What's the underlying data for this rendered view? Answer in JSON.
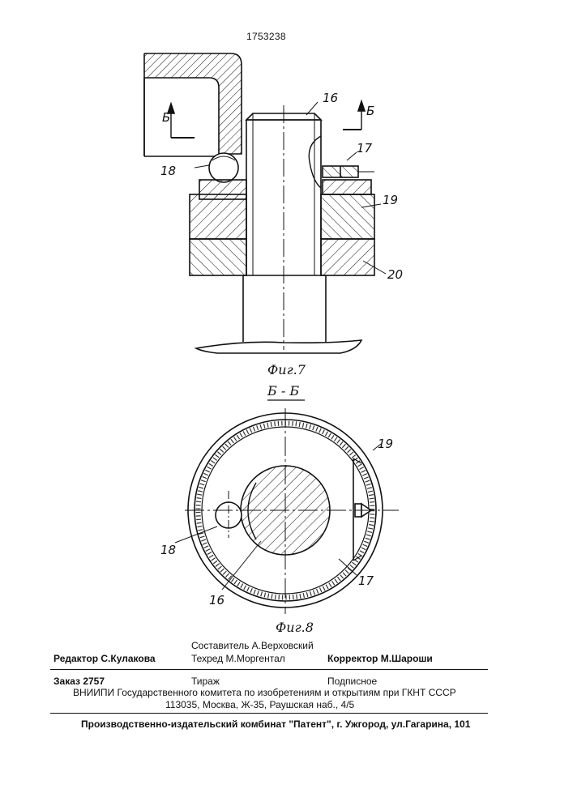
{
  "document": {
    "patent_number": "1753238",
    "figure7": {
      "caption": "Фиг.7",
      "section_marker": "Б",
      "labels": {
        "l16": "16",
        "l17": "17",
        "l18": "18",
        "l19": "19",
        "l20": "20"
      }
    },
    "figure8": {
      "caption": "Фиг.8",
      "section_title": "Б - Б",
      "labels": {
        "l16": "16",
        "l17": "17",
        "l18": "18",
        "l19": "19"
      }
    }
  },
  "credits": {
    "composer": "Составитель А.Верховский",
    "editor": "Редактор  С.Кулакова",
    "techred": "Техред М.Моргентал",
    "corrector": "Корректор  М.Шароши",
    "order": "Заказ  2757",
    "circulation": "Тираж",
    "subscription": "Подписное",
    "institution": "ВНИИПИ Государственного комитета по изобретениям и открытиям при ГКНТ СССР",
    "address": "113035, Москва, Ж-35, Раушская наб., 4/5",
    "publisher": "Производственно-издательский комбинат \"Патент\", г. Ужгород, ул.Гагарина, 101"
  }
}
